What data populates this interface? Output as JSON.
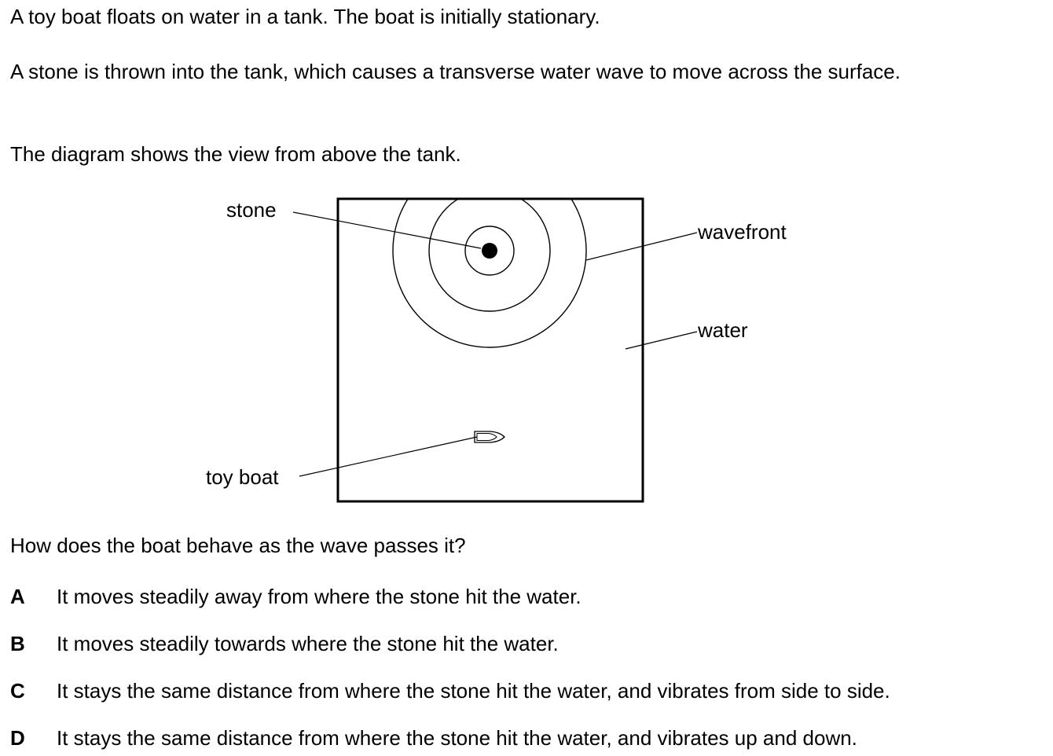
{
  "intro": {
    "p1": "A toy boat floats on water in a tank. The boat is initially stationary.",
    "p2": "A stone is thrown into the tank, which causes a transverse water wave to move across the surface.",
    "p3": "The diagram shows the view from above the tank."
  },
  "diagram": {
    "labels": {
      "stone": "stone",
      "wavefront": "wavefront",
      "water": "water",
      "toy_boat": "toy boat"
    }
  },
  "question": "How does the boat behave as the wave passes it?",
  "options": [
    {
      "letter": "A",
      "text": "It moves steadily away from where the stone hit the water."
    },
    {
      "letter": "B",
      "text": "It moves steadily towards where the stone hit the water."
    },
    {
      "letter": "C",
      "text": "It stays the same distance from where the stone hit the water, and vibrates from side to side."
    },
    {
      "letter": "D",
      "text": "It stays the same distance from where the stone hit the water, and vibrates up and down."
    }
  ]
}
